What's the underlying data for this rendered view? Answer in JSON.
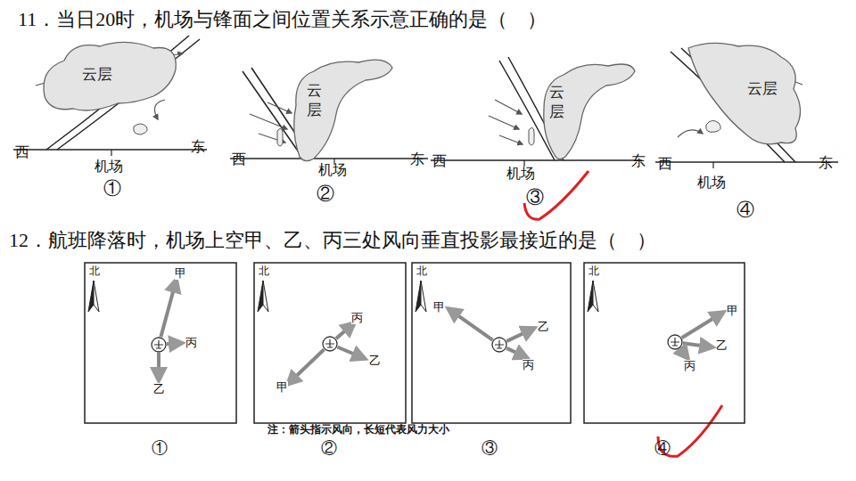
{
  "diagram": {
    "nodes": [
      {
        "text": [
          "云层"
        ]
      },
      {
        "text": [
          "云层"
        ]
      },
      {
        "text": [
          "云层"
        ]
      },
      {
        "text": [
          "云层"
        ]
      }
    ],
    "labels": [
      "11．当日20时，机场与锋面之间位置关系示意正确的是（　）",
      "西",
      "东",
      "机场",
      "①",
      "西",
      "东",
      "机场",
      "②",
      "西",
      "东",
      "机场",
      "③",
      "西",
      "东",
      "机场",
      "④",
      "12．航班降落时，机场上空甲、乙、丙三处风向垂直投影最接近的是（　）",
      "北",
      "甲",
      "丙",
      "乙",
      "北",
      "丙",
      "乙",
      "甲",
      "北",
      "甲",
      "乙",
      "丙",
      "北",
      "甲",
      "乙",
      "丙",
      "注：箭头指示风向，长短代表风力大小",
      "①",
      "②",
      "③",
      "④"
    ]
  }
}
